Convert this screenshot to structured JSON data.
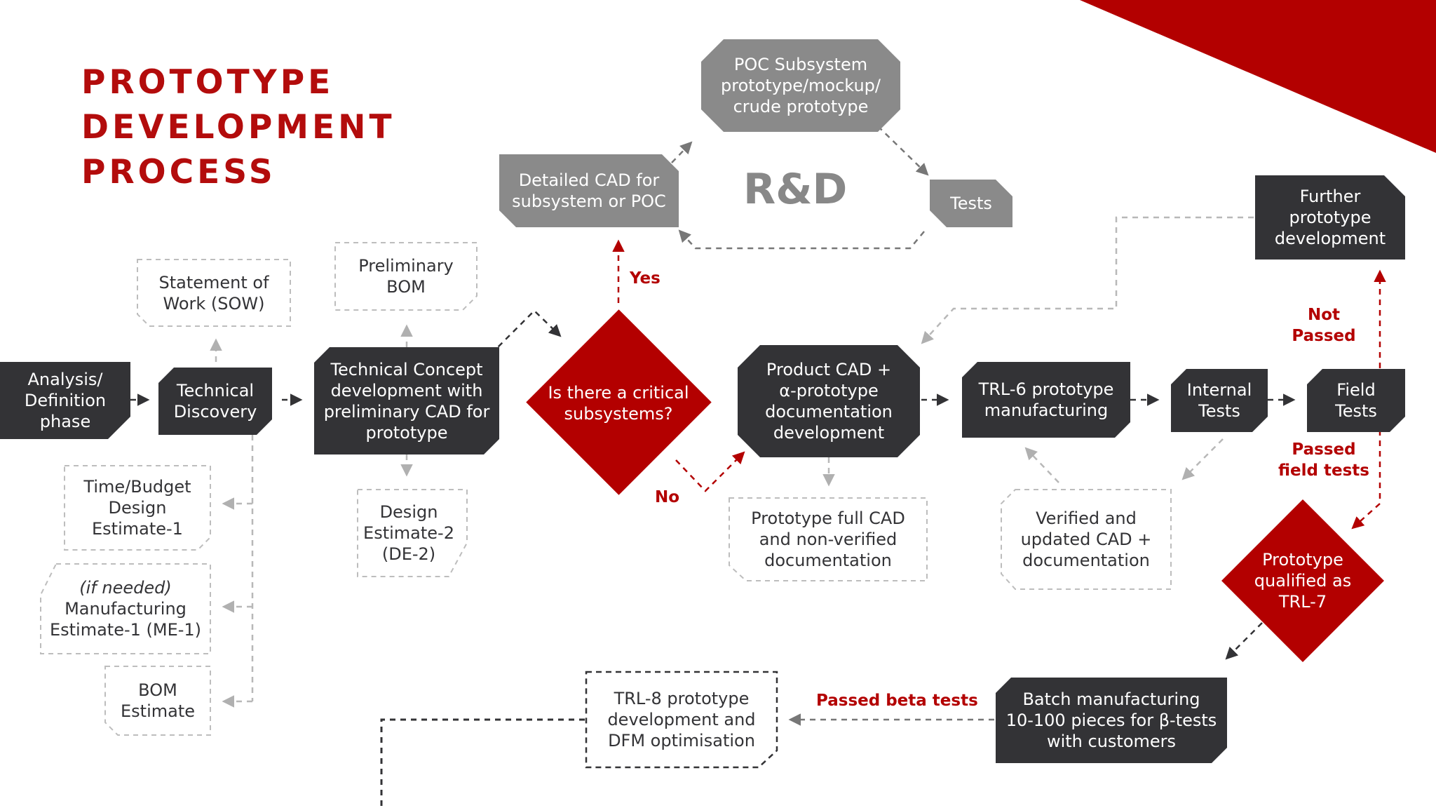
{
  "title": {
    "line1": "PROTOTYPE",
    "line2": "DEVELOPMENT",
    "line3": "PROCESS"
  },
  "rnd_label": "R&D",
  "colors": {
    "accent_red": "#b30000",
    "dark_box": "#333336",
    "gray_box": "#8a8a8a",
    "dashed_gray": "#bbbbbb"
  },
  "nodes": {
    "analysis": "Analysis/\nDefinition\nphase",
    "technical_discovery": "Technical\nDiscovery",
    "sow": "Statement of\nWork (SOW)",
    "time_budget": "Time/Budget\nDesign\nEstimate-1",
    "if_needed": "(if needed)",
    "manufacturing_estimate": "Manufacturing\nEstimate-1 (ME-1)",
    "bom_estimate": "BOM\nEstimate",
    "technical_concept": "Technical Concept\ndevelopment with\npreliminary CAD for\nprototype",
    "preliminary_bom": "Preliminary\nBOM",
    "design_estimate_2": "Design\nEstimate-2\n(DE-2)",
    "critical_subsystems": "Is there a critical\nsubsystems?",
    "detailed_cad": "Detailed CAD for\nsubsystem or POC",
    "poc_subsystem": "POC Subsystem\nprototype/mockup/\ncrude prototype",
    "tests": "Tests",
    "product_cad": "Product CAD +\nα-prototype\ndocumentation\ndevelopment",
    "prototype_full_cad": "Prototype full CAD\nand non-verified\ndocumentation",
    "trl6": "TRL-6 prototype\nmanufacturing",
    "verified_cad": "Verified and\nupdated CAD +\ndocumentation",
    "internal_tests": "Internal\nTests",
    "field_tests": "Field\nTests",
    "further_development": "Further\nprototype\ndevelopment",
    "trl7": "Prototype\nqualified as\nTRL-7",
    "batch_manufacturing": "Batch manufacturing\n10-100 pieces for β-tests\nwith customers",
    "trl8": "TRL-8 prototype\ndevelopment and\nDFM optimisation"
  },
  "edge_labels": {
    "yes": "Yes",
    "no": "No",
    "not_passed": "Not\nPassed",
    "passed_field_tests": "Passed\nfield tests",
    "passed_beta_tests": "Passed beta tests"
  }
}
